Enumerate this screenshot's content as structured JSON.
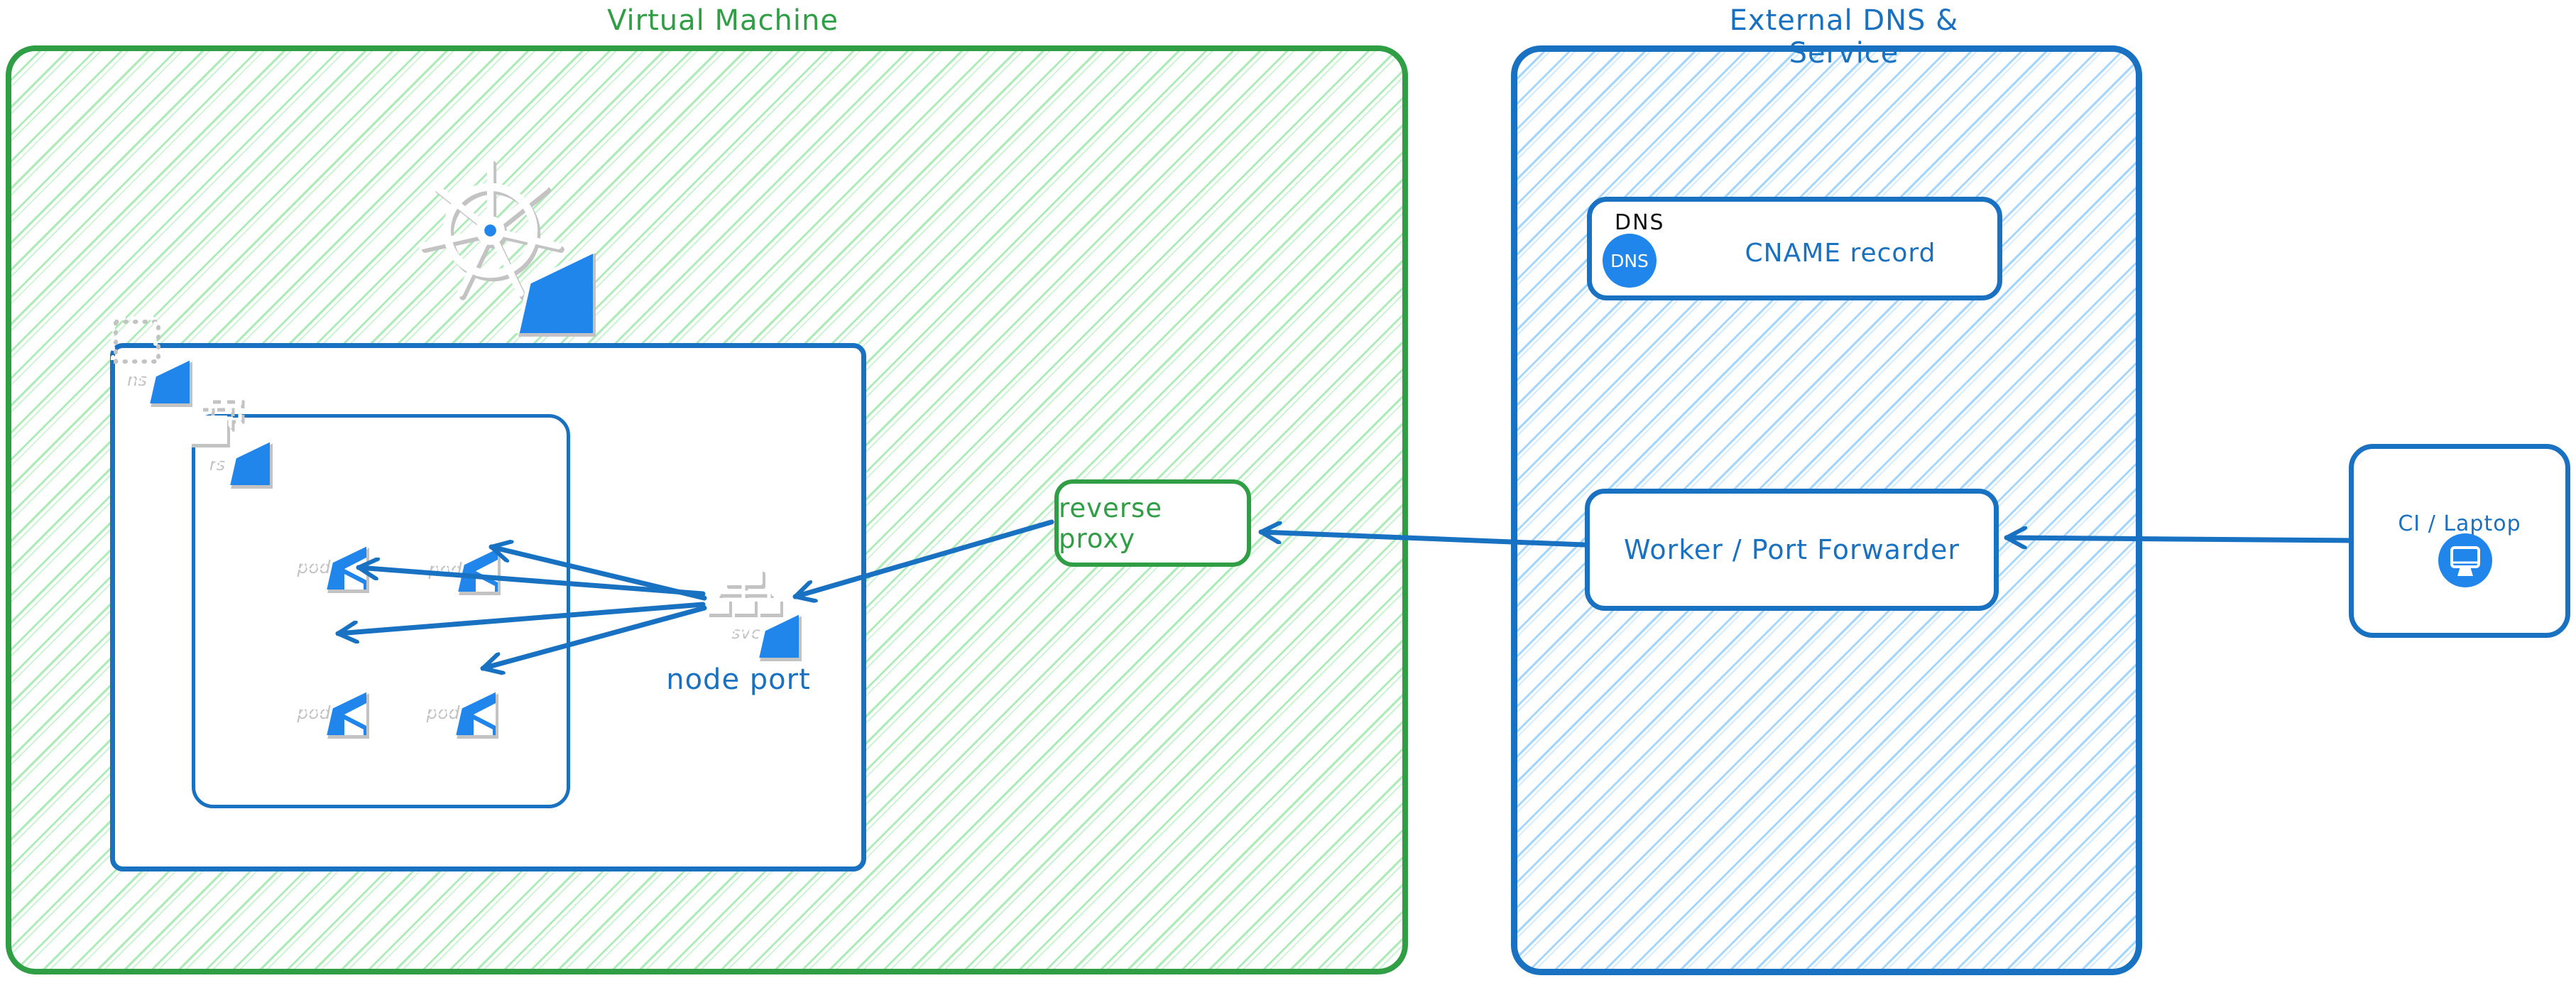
{
  "colors": {
    "green_stroke": "#2f9e44",
    "green_hatch": "#8ce99a",
    "blue_stroke": "#1971c2",
    "blue_hatch": "#74c0fc",
    "icon_blue": "#2186eb",
    "dns_header_black": "#111111"
  },
  "virtual_machine": {
    "title": "Virtual Machine",
    "namespace_icon_label": "ns",
    "replicaset_icon_label": "rs",
    "pods": [
      {
        "label": "pod"
      },
      {
        "label": "pod"
      },
      {
        "label": "pod"
      },
      {
        "label": "pod"
      }
    ],
    "service_icon_label": "svc",
    "node_port_label": "node port",
    "reverse_proxy_label": "reverse proxy"
  },
  "external_dns": {
    "title": "External DNS & Service",
    "dns_card": {
      "header": "DNS",
      "icon_label": "DNS",
      "record_label": "CNAME record"
    },
    "worker_label": "Worker / Port Forwarder"
  },
  "client_box": {
    "label": "CI / Laptop"
  }
}
